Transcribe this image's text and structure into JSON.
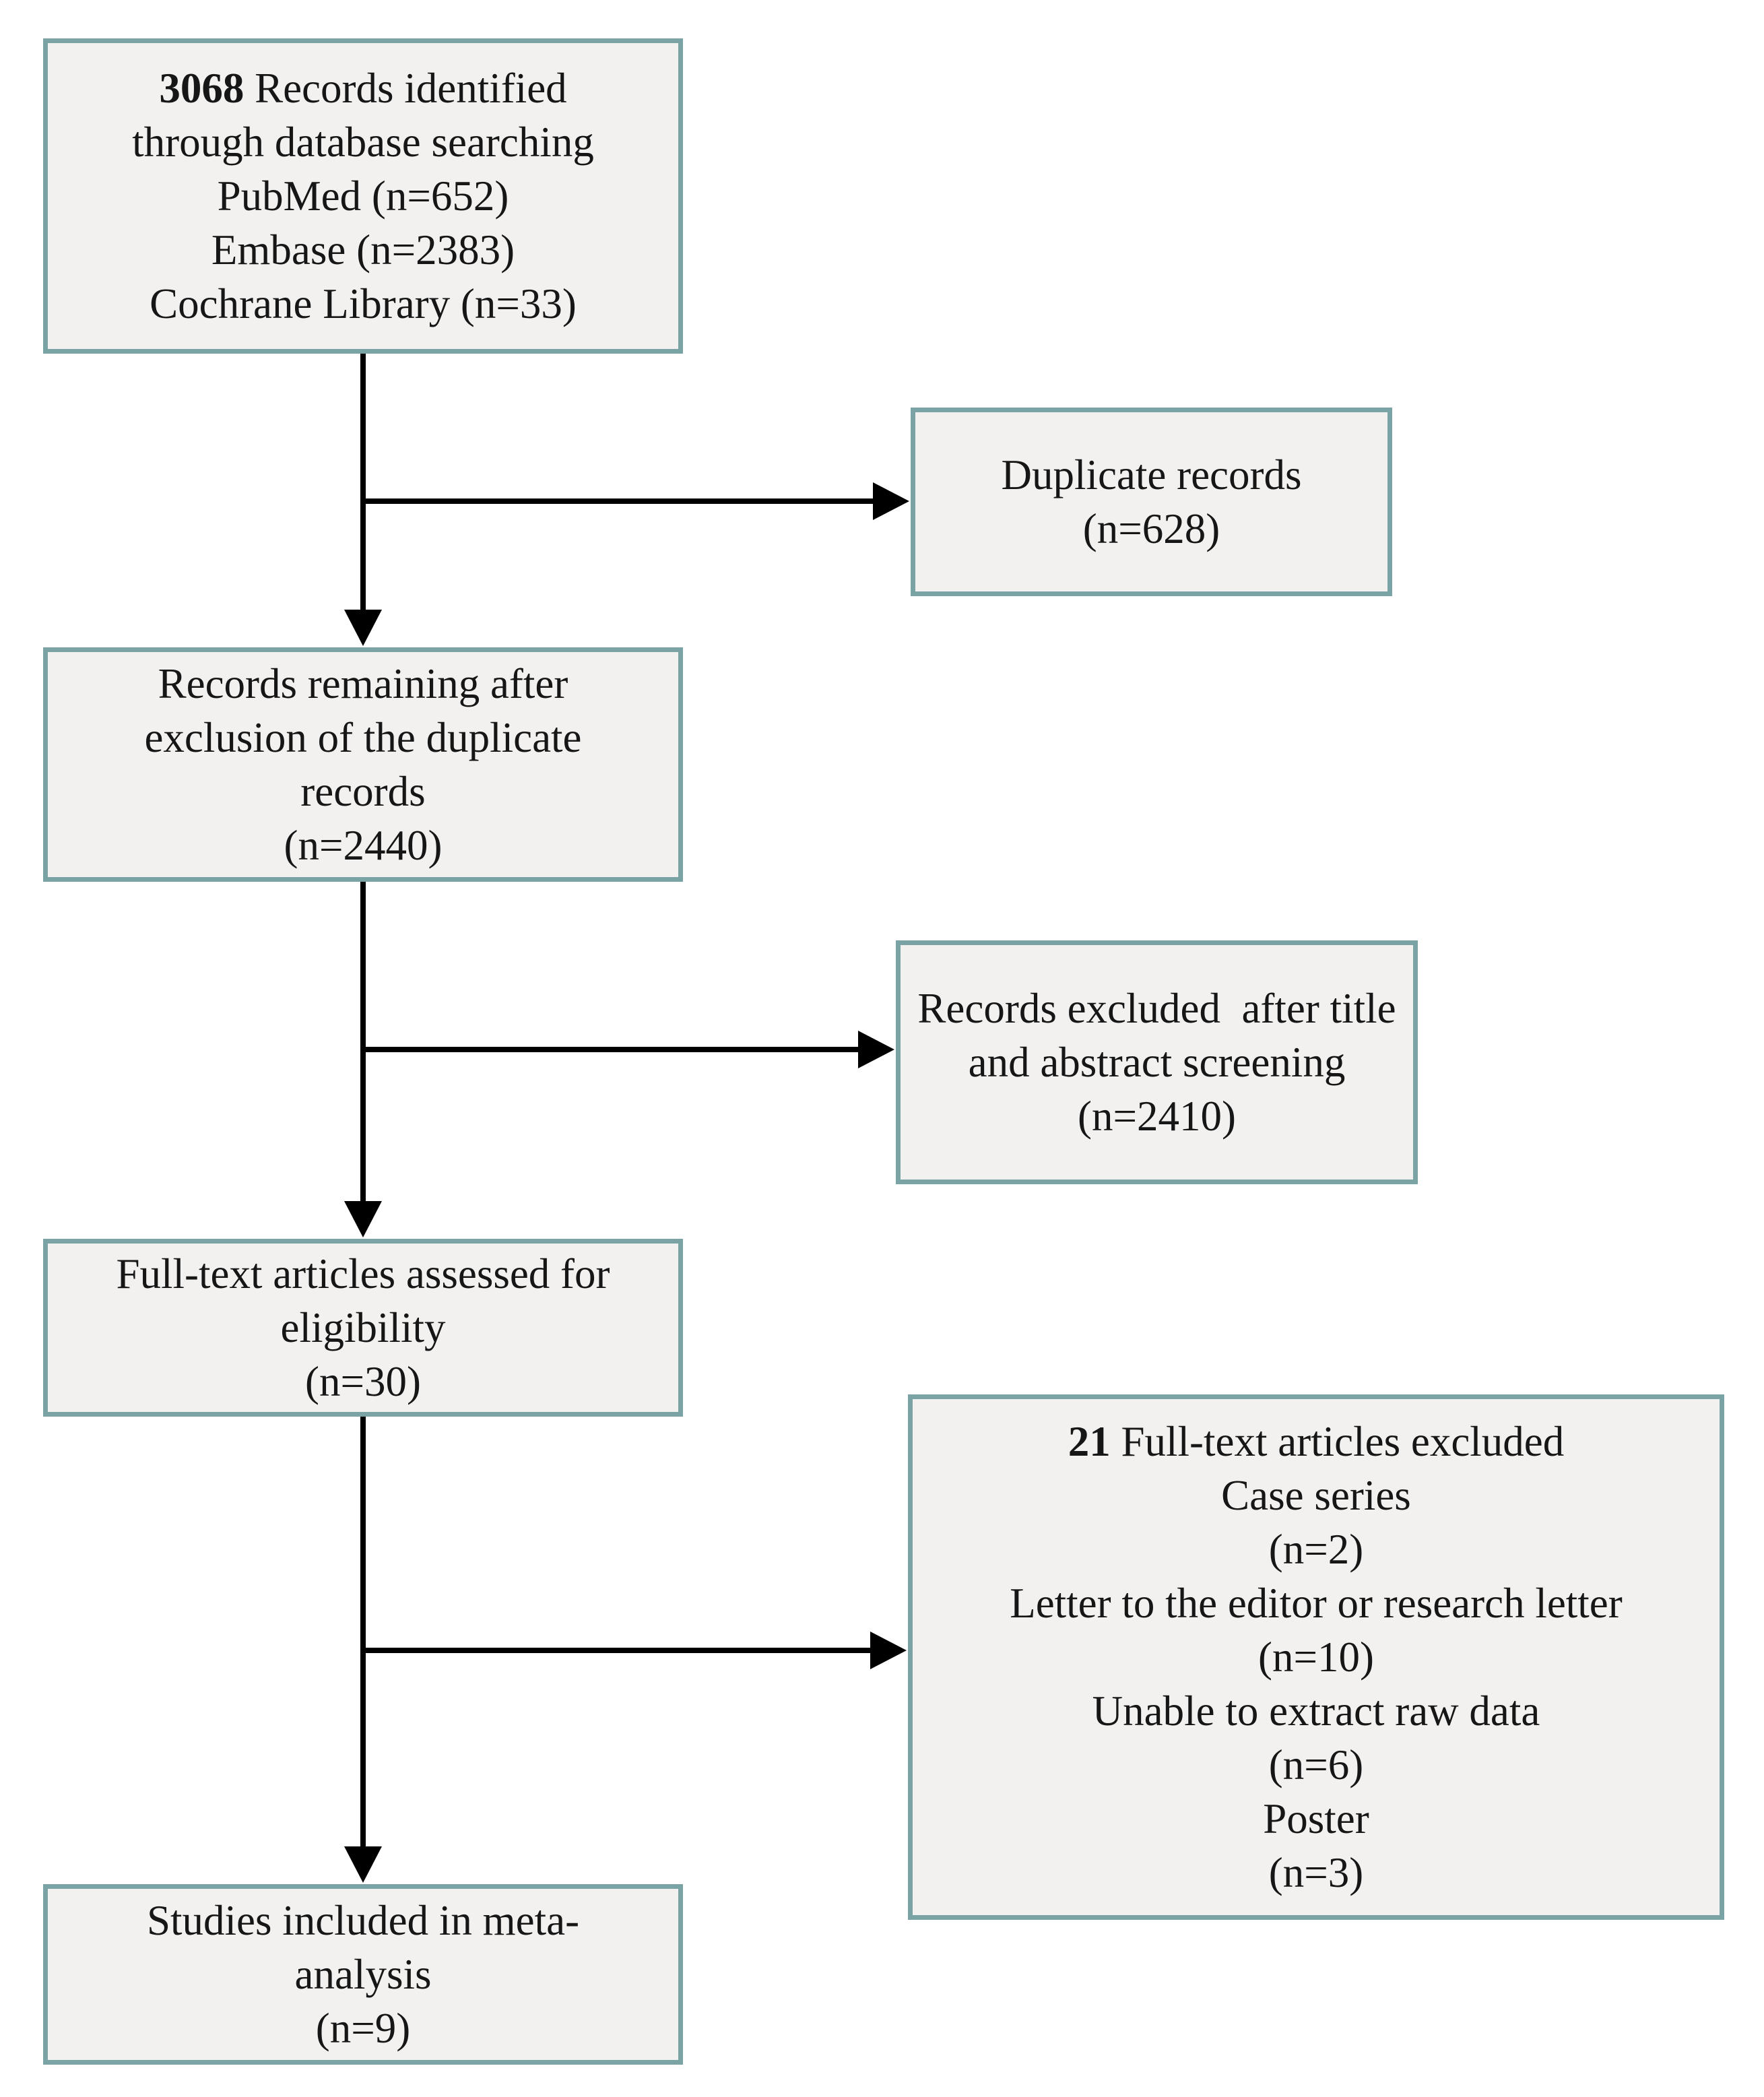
{
  "colors": {
    "box_border": "#7aa3a6",
    "box_fill": "#f2f1f0",
    "arrow": "#000000",
    "text": "#161616",
    "background": "#ffffff"
  },
  "boxes": {
    "identified": {
      "count": "3068",
      "title": "Records identified",
      "details": "through database searching\nPubMed (n=652)\nEmbase (n=2383)\nCochrane Library (n=33)"
    },
    "duplicates": {
      "text": "Duplicate records\n(n=628)"
    },
    "remaining": {
      "text": "Records remaining after\nexclusion of the duplicate\nrecords\n(n=2440)"
    },
    "title_abstract_excluded": {
      "text": "Records excluded  after title\nand abstract screening\n(n=2410)"
    },
    "fulltext_assessed": {
      "text": "Full-text articles assessed for\neligibility\n(n=30)"
    },
    "fulltext_excluded": {
      "count": "21",
      "title": "Full-text articles excluded",
      "details": "Case series\n(n=2)\nLetter to the editor or research letter\n(n=10)\nUnable to extract raw data\n(n=6)\nPoster\n(n=3)"
    },
    "included": {
      "text": "Studies included in meta-\nanalysis\n(n=9)"
    }
  }
}
